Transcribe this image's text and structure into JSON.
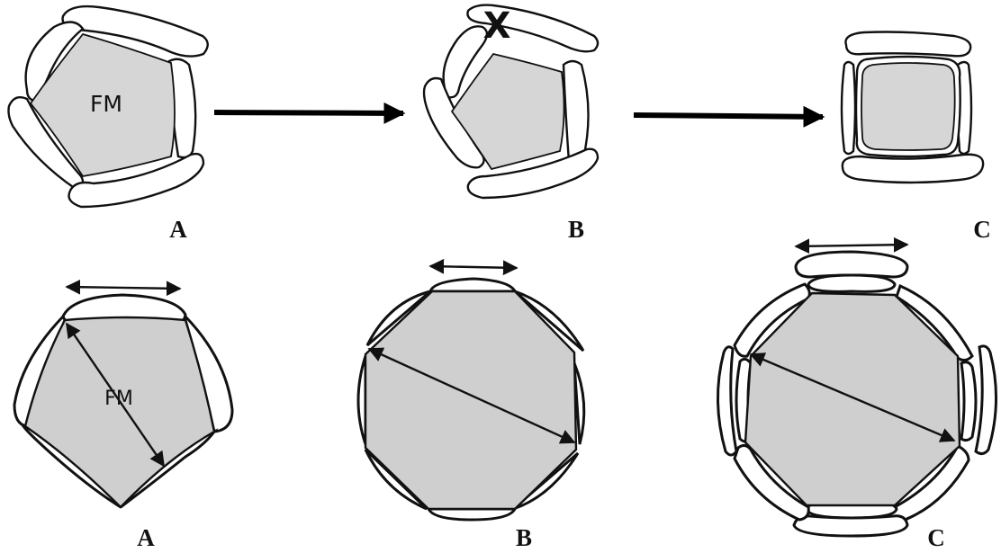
{
  "labels": {
    "top_a": "A",
    "top_b": "B",
    "top_c": "C",
    "bottom_a": "A",
    "bottom_b": "B",
    "bottom_c": "C"
  },
  "fm_top": "FM",
  "fm_bottom": "FM",
  "removed_mark": "X",
  "colors": {
    "core_fill": "#d6d6d6",
    "outline": "#111111",
    "background": "#ffffff"
  }
}
